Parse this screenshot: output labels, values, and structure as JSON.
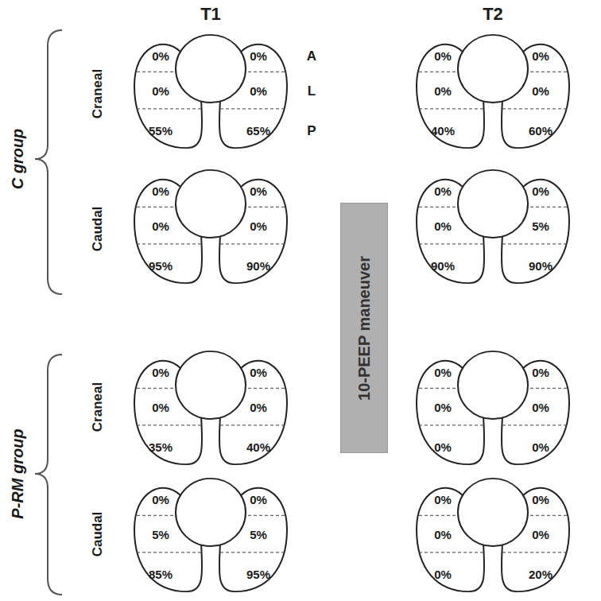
{
  "diagram": {
    "nodes": [
      {
        "text": [
          "0%",
          "0%",
          "0%",
          "0%",
          "55%",
          "65%"
        ]
      },
      {
        "text": [
          "0%",
          "0%",
          "0%",
          "0%",
          "40%",
          "60%"
        ]
      },
      {
        "text": [
          "0%",
          "0%",
          "0%",
          "0%",
          "95%",
          "90%"
        ]
      },
      {
        "text": [
          "0%",
          "0%",
          "0%",
          "5%",
          "90%",
          "90%"
        ]
      },
      {
        "text": [
          "10-PEEP maneuver"
        ]
      },
      {
        "text": [
          "0%",
          "0%",
          "0%",
          "0%",
          "35%",
          "40%"
        ]
      },
      {
        "text": [
          "0%",
          "0%",
          "0%",
          "0%",
          "0%",
          "0%"
        ]
      },
      {
        "text": [
          "0%",
          "0%",
          "5%",
          "5%",
          "85%",
          "95%"
        ]
      },
      {
        "text": [
          "0%",
          "0%",
          "0%",
          "0%",
          "0%",
          "20%"
        ]
      }
    ],
    "labels": [
      "T1",
      "T2",
      "C group",
      "Craneal",
      "A",
      "L",
      "P",
      "Caudal",
      "P-RM group",
      "Craneal",
      "Caudal"
    ]
  }
}
